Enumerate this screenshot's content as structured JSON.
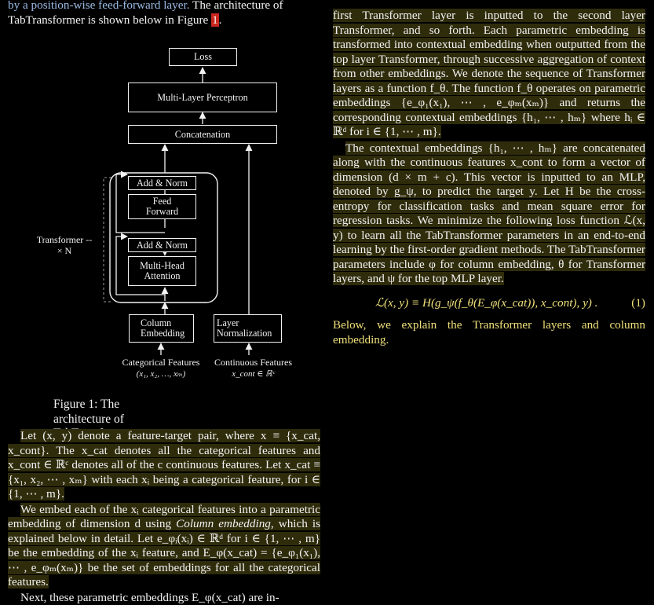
{
  "left_top": {
    "line1_blue": "by a position-wise feed-forward layer.",
    "line1_rest": " The architecture of",
    "line2": "TabTransformer is shown below in Figure ",
    "figure_ref": "1",
    "line2_end": "."
  },
  "figure": {
    "loss": "Loss",
    "mlp": "Multi-Layer Perceptron",
    "concat": "Concatenation",
    "add_norm_top": "Add & Norm",
    "feed_forward": "Feed Forward",
    "add_norm_bottom": "Add & Norm",
    "multi_head": "Multi-Head Attention",
    "transformer_label": "Transformer",
    "times_n": "× N",
    "column_embedding": "Column Embedding",
    "layer_norm": "Layer Normalization",
    "cat_features": "Categorical Features",
    "cat_vars": "(x₁, x₂, …, xₘ)",
    "cont_features": "Continuous Features",
    "cont_vars": "x_cont ∈ ℝᶜ",
    "caption": "Figure 1: The architecture of TabTransformer."
  },
  "left_body": {
    "p1": "Let (x, y) denote a feature-target pair, where x ≡ {x_cat, x_cont}. The x_cat denotes all the categorical features and x_cont ∈ ℝᶜ denotes all of the c continuous features. Let x_cat ≡ {x₁, x₂, ⋯ , xₘ} with each xᵢ being a categorical feature, for i ∈ {1, ⋯ , m}.",
    "p2a": "We embed each of the xᵢ categorical features into a parametric embedding of dimension d using ",
    "p2_em": "Column embedding",
    "p2b": ", which is explained below in detail. Let e_φᵢ(xᵢ) ∈ ℝᵈ for i ∈ {1, ⋯ , m} be the embedding of the xᵢ feature, and E_φ(x_cat) = {e_φ₁(x₁), ⋯ , e_φₘ(xₘ)} be the set of embeddings for all the categorical features.",
    "p3": "Next, these parametric embeddings E_φ(x_cat) are in-"
  },
  "right_body": {
    "p1": "first Transformer layer is inputted to the second layer Transformer, and so forth. Each parametric embedding is transformed into contextual embedding when outputted from the top layer Transformer, through successive aggregation of context from other embeddings. We denote the sequence of Transformer layers as a function f_θ. The function f_θ operates on parametric embeddings {e_φ₁(x₁), ⋯ , e_φₘ(xₘ)} and returns the corresponding contextual embeddings {h₁, ⋯ , hₘ} where hᵢ ∈ ℝᵈ for i ∈ {1, ⋯ , m}.",
    "p2": "The contextual embeddings {h₁, ⋯ , hₘ} are concatenated along with the continuous features x_cont to form a vector of dimension (d × m + c). This vector is inputted to an MLP, denoted by g_ψ, to predict the target y. Let H be the cross-entropy for classification tasks and mean square error for regression tasks. We minimize the following loss function ℒ(x, y) to learn all the TabTransformer parameters in an end-to-end learning by the first-order gradient methods. The TabTransformer parameters include φ for column embedding, θ for Transformer layers, and ψ for the top MLP layer.",
    "equation": "ℒ(x, y) ≡ H(g_ψ(f_θ(E_φ(x_cat)), x_cont), y) .",
    "eq_number": "(1)",
    "p3": "Below, we explain the Transformer layers and column embedding."
  }
}
